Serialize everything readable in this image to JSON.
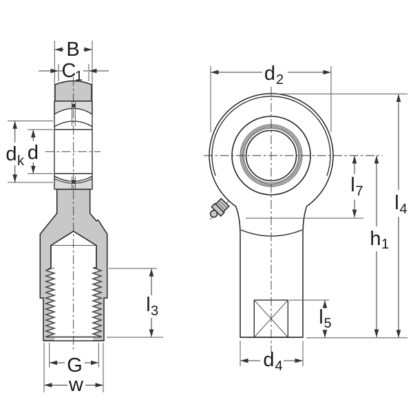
{
  "drawing": {
    "description_labels": {
      "B": {
        "main": "B",
        "sub": ""
      },
      "C1": {
        "main": "C",
        "sub": "1"
      },
      "dk": {
        "main": "d",
        "sub": "k"
      },
      "d": {
        "main": "d",
        "sub": ""
      },
      "l3": {
        "main": "l",
        "sub": "3"
      },
      "G": {
        "main": "G",
        "sub": ""
      },
      "w": {
        "main": "w",
        "sub": ""
      },
      "d2": {
        "main": "d",
        "sub": "2"
      },
      "l7": {
        "main": "l",
        "sub": "7"
      },
      "l4": {
        "main": "l",
        "sub": "4"
      },
      "h1": {
        "main": "h",
        "sub": "1"
      },
      "l5": {
        "main": "l",
        "sub": "5"
      },
      "d4": {
        "main": "d",
        "sub": "4"
      }
    },
    "colors": {
      "background": "#ffffff",
      "line": "#222222",
      "housing_fill": "#c8c8c8",
      "ring_fill": "#dbdbdb"
    }
  }
}
